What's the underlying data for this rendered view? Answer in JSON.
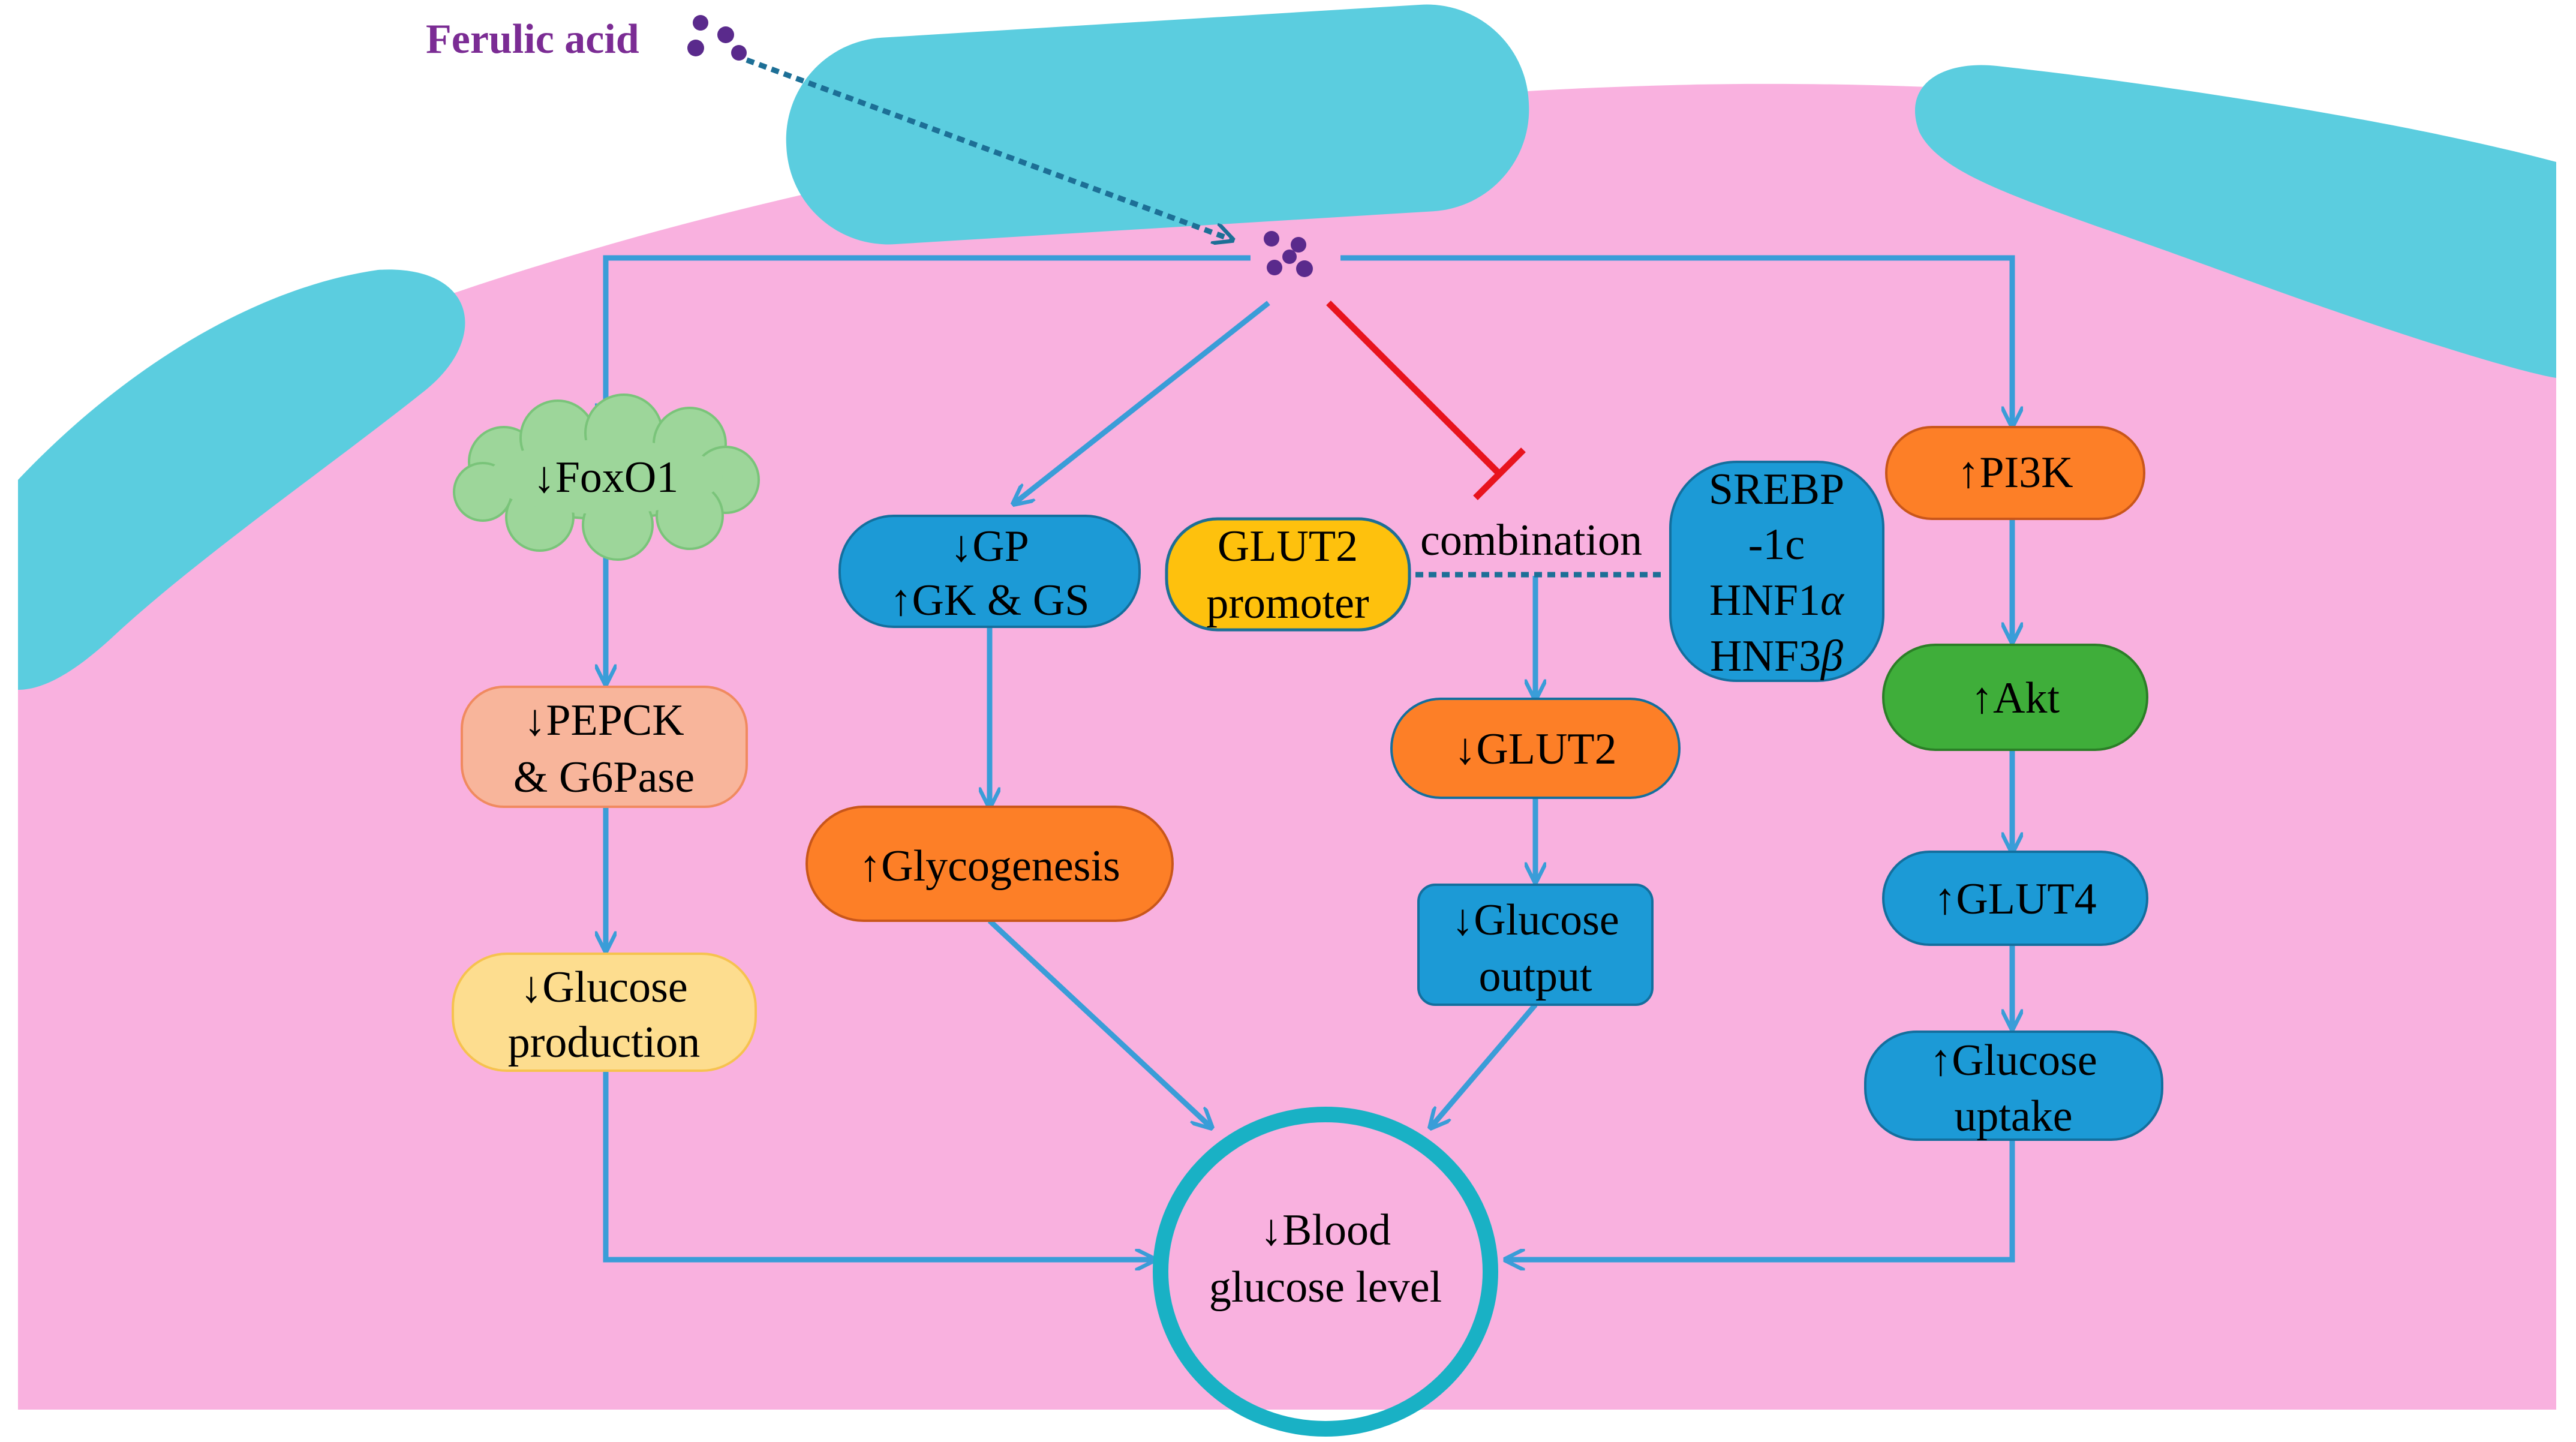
{
  "compound": "Ferulic acid",
  "colors": {
    "background": "#ffffff",
    "cell": "#f9b1df",
    "membrane": "#5bcddf",
    "arrow": "#3a9dd8",
    "inhibit": "#e8141e",
    "compound_text": "#7b2c94",
    "molecule": "#5a2a8c",
    "orange": "#fd7f27",
    "blue": "#1c9ad6",
    "green": "#3fae3a",
    "light_green": "#9dd69a",
    "salmon": "#f8b59b",
    "light_yellow": "#fddd8f",
    "yellow": "#fec10d",
    "target_ring": "#19b1c5"
  },
  "nodes": {
    "foxo1": "↓FoxO1",
    "pepck_l1": "↓PEPCK",
    "pepck_l2": "& G6Pase",
    "gprod_l1": "↓Glucose",
    "gprod_l2": "production",
    "gp_l1": "↓GP",
    "gp_l2": "↑GK & GS",
    "glycogenesis": "↑Glycogenesis",
    "glut2p_l1": "GLUT2",
    "glut2p_l2": "promoter",
    "combination": "combination",
    "tf_l1": "SREBP",
    "tf_l2": "-1c",
    "tf_l3": "HNF1",
    "tf_l3_greek": "α",
    "tf_l4": "HNF3",
    "tf_l4_greek": "β",
    "glut2": "↓GLUT2",
    "gout_l1": "↓Glucose",
    "gout_l2": "output",
    "pi3k": "↑PI3K",
    "akt": "↑Akt",
    "glut4": "↑GLUT4",
    "gup_l1": "↑Glucose",
    "gup_l2": "uptake",
    "blood_l1": "↓Blood",
    "blood_l2": "glucose level"
  }
}
